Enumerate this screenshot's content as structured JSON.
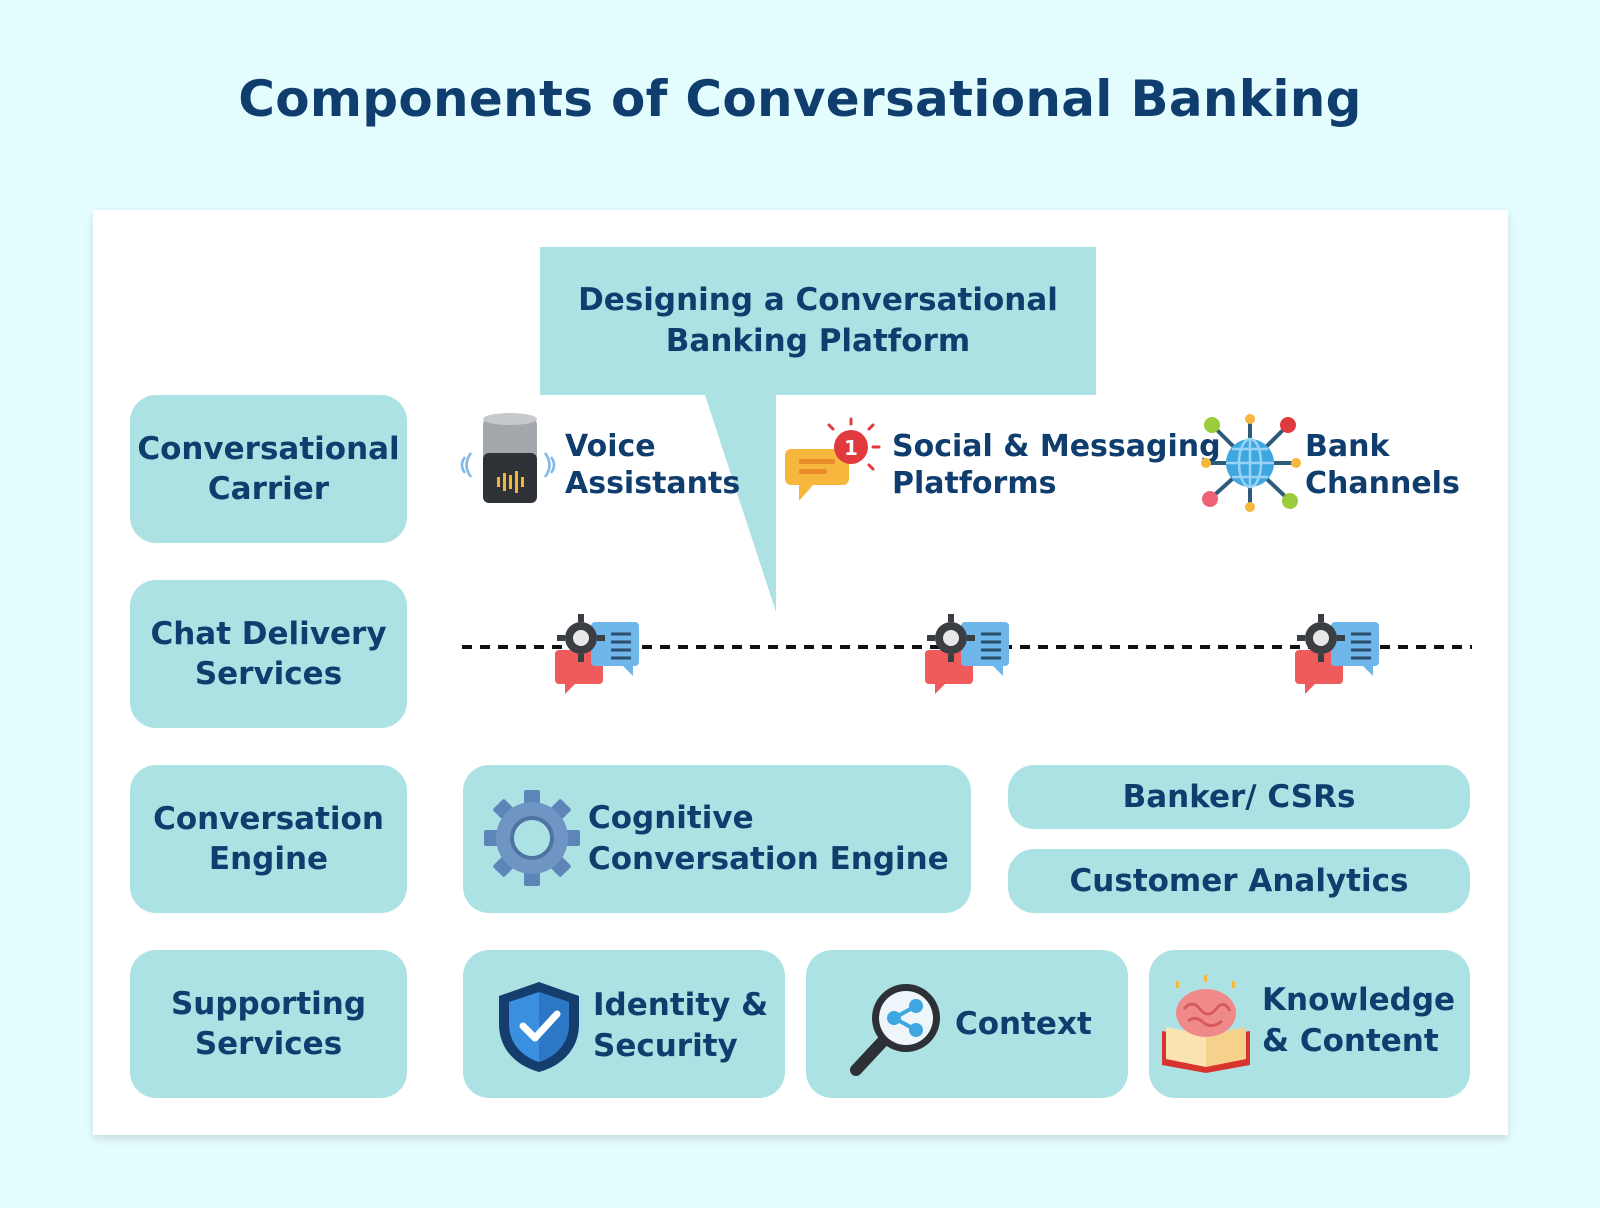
{
  "title": "Components of Conversational Banking",
  "callout": {
    "line1": "Designing a Conversational",
    "line2": "Banking Platform"
  },
  "rows": [
    {
      "line1": "Conversational",
      "line2": "Carrier"
    },
    {
      "line1": "Chat Delivery",
      "line2": "Services"
    },
    {
      "line1": "Conversation",
      "line2": "Engine"
    },
    {
      "line1": "Supporting",
      "line2": "Services"
    }
  ],
  "carriers": [
    {
      "line1": "Voice",
      "line2": "Assistants",
      "icon": "smart-speaker-icon"
    },
    {
      "line1": "Social & Messaging",
      "line2": "Platforms",
      "icon": "chat-notification-icon"
    },
    {
      "line1": "Bank",
      "line2": "Channels",
      "icon": "globe-network-icon"
    }
  ],
  "chat_delivery_icons": [
    "chat-gear-icon",
    "chat-gear-icon",
    "chat-gear-icon"
  ],
  "engine": {
    "cognitive_line1": "Cognitive",
    "cognitive_line2": "Conversation Engine",
    "banker": "Banker/ CSRs",
    "analytics": "Customer Analytics"
  },
  "supporting": [
    {
      "line1": "Identity &",
      "line2": "Security",
      "icon": "shield-check-icon"
    },
    {
      "line1": "Context",
      "icon": "magnifier-share-icon"
    },
    {
      "line1": "Knowledge",
      "line2": "& Content",
      "icon": "brain-book-icon"
    }
  ],
  "colors": {
    "background": "#e3fcfd",
    "tile": "#ade2e4",
    "text": "#0f3d6e"
  }
}
